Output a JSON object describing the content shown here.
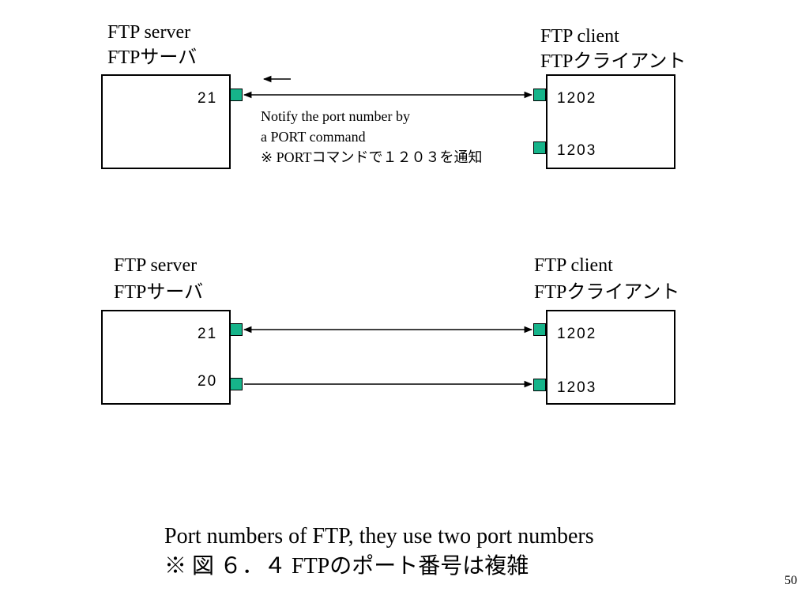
{
  "diagram1": {
    "server_label_en": "FTP server",
    "server_label_jp": "FTPサーバ",
    "client_label_en": "FTP client",
    "client_label_jp": "FTPクライアント",
    "server_port": "21",
    "client_port_a": "1202",
    "client_port_b": "1203",
    "note_line1": "Notify the port number by",
    "note_line2": "a PORT command",
    "note_line3": "※  PORTコマンドで１２０３を通知"
  },
  "diagram2": {
    "server_label_en": "FTP server",
    "server_label_jp": "FTPサーバ",
    "client_label_en": "FTP client",
    "client_label_jp": "FTPクライアント",
    "server_port_a": "21",
    "server_port_b": "20",
    "client_port_a": "1202",
    "client_port_b": "1203"
  },
  "caption": {
    "line1": "Port numbers of FTP, they use two port numbers",
    "line2": "※  図 ６．４ FTPのポート番号は複雑"
  },
  "page_number": "50",
  "colors": {
    "port": "#16b48a",
    "line": "#000000"
  }
}
